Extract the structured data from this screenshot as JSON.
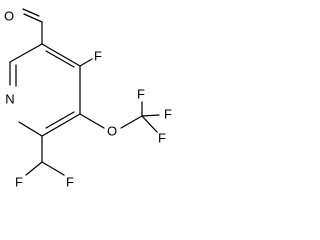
{
  "structure": {
    "atoms": {
      "aldehyde_oxygen": "O",
      "fluorine_ring": "F",
      "ether_oxygen": "O",
      "cf3_f_top": "F",
      "cf3_f_right": "F",
      "cf3_f_bottom": "F",
      "ring_nitrogen": "N",
      "chf2_f_left": "F",
      "chf2_f_right": "F"
    },
    "colors": {
      "bond": "#000000",
      "label": "#000000",
      "background": "#ffffff"
    }
  }
}
